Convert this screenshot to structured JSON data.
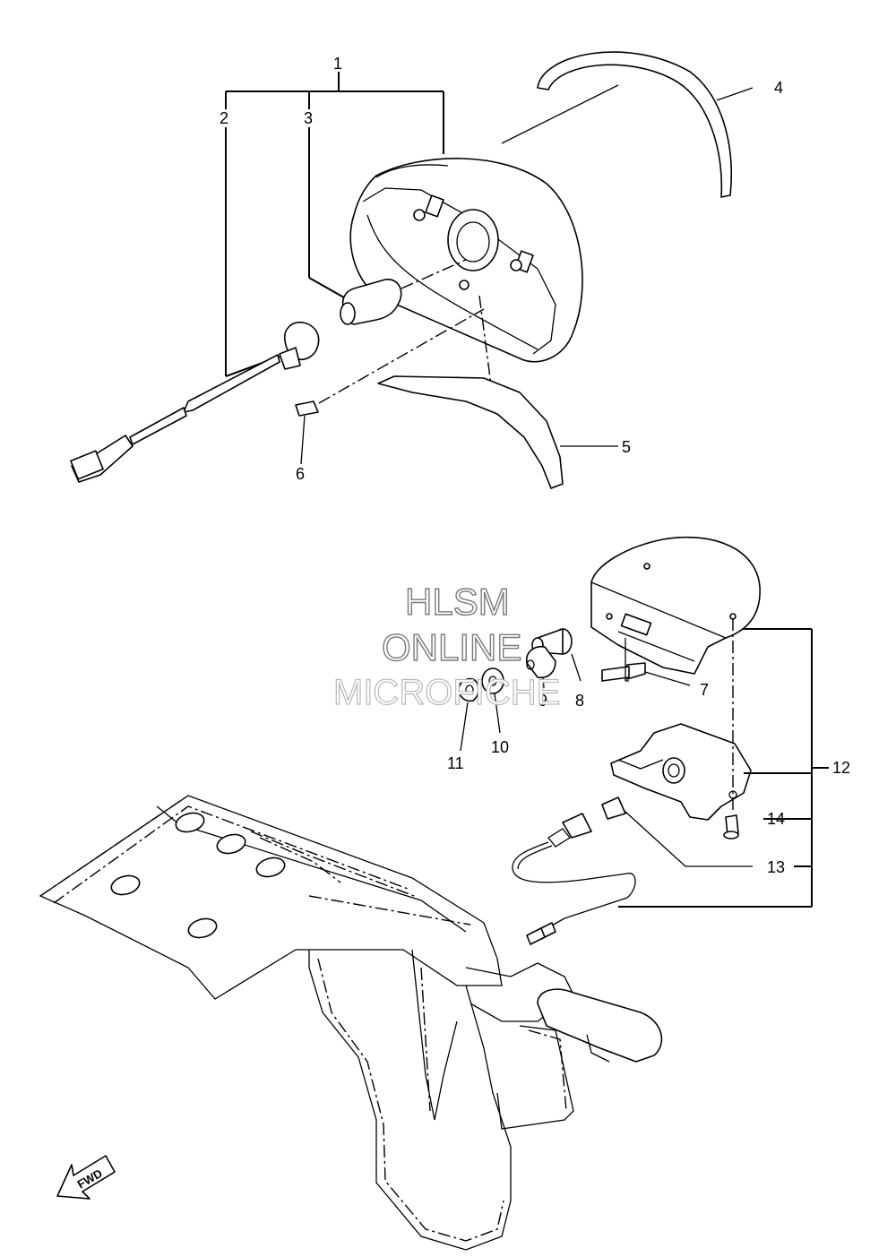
{
  "watermark": {
    "line1": "HLSM",
    "line2": "ONLINE",
    "line3": "MICROFICHE"
  },
  "callouts": [
    "1",
    "2",
    "3",
    "4",
    "5",
    "6",
    "7",
    "8",
    "9",
    "10",
    "11",
    "12",
    "13",
    "14"
  ],
  "direction_badge": "FWD"
}
